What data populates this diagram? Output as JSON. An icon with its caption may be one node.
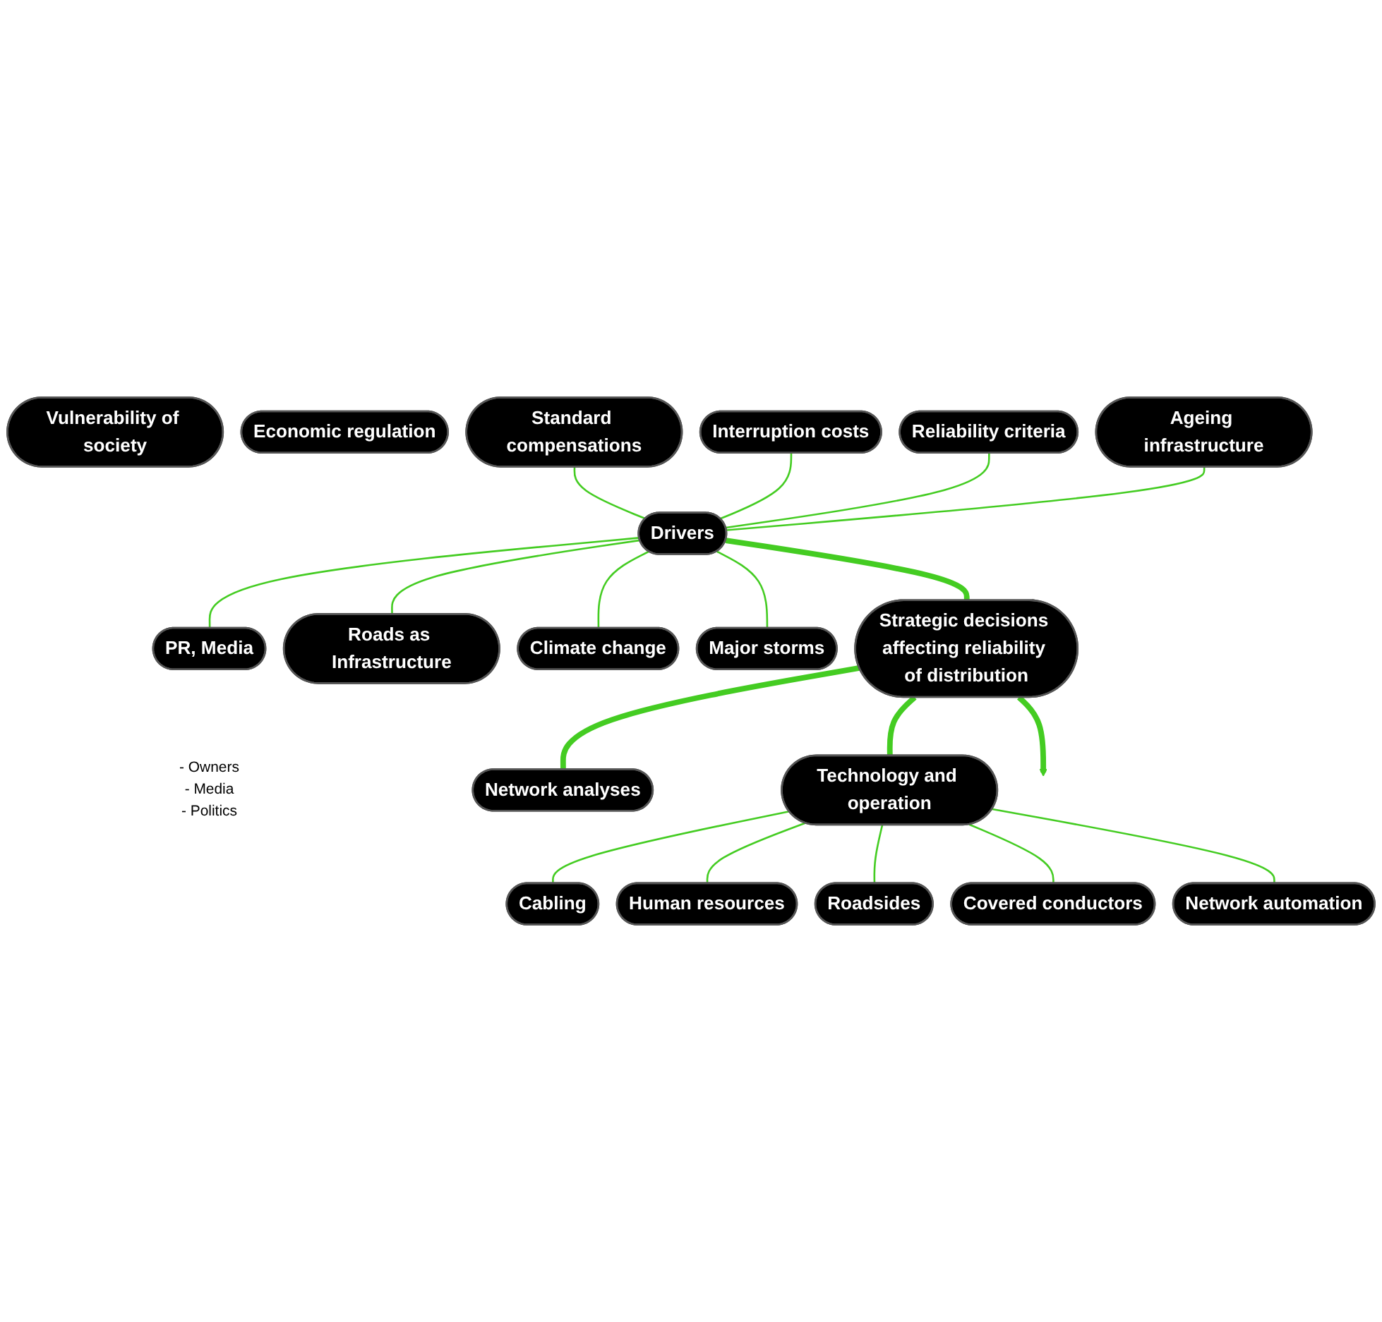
{
  "diagram": {
    "nodes": [
      {
        "text": [
          "Vulnerability of society"
        ]
      },
      {
        "text": [
          "Economic regulation"
        ]
      },
      {
        "text": [
          "Interruption costs"
        ]
      },
      {
        "text": [
          "Reliability criteria"
        ]
      },
      {
        "text": [
          "Ageing infrastructure"
        ]
      },
      {
        "text": [
          "Standard compensations"
        ]
      },
      {
        "text": [
          "PR, Media"
        ],
        "beside": [
          "- Owners",
          "- Media",
          "- Politics"
        ]
      },
      {
        "text": [
          "Roads as Infrastructure"
        ]
      },
      {
        "text": [
          "Drivers"
        ]
      },
      {
        "text": [
          "Climate change"
        ]
      },
      {
        "text": [
          "Major storms"
        ]
      },
      {
        "text": [
          "Strategic decisions affecting reliability of distribution"
        ]
      },
      {
        "text": [
          "Network analyses"
        ]
      },
      {
        "text": [
          "Cabling"
        ]
      },
      {
        "text": [
          "Technology and operation"
        ]
      },
      {
        "text": [
          "Human resources"
        ]
      },
      {
        "text": [
          "Roadsides"
        ]
      },
      {
        "text": [
          "Covered conductors"
        ]
      },
      {
        "text": [
          "Network automation"
        ]
      }
    ],
    "edges": [
      {
        "from": 5,
        "to": 8,
        "arrow": "none"
      },
      {
        "from": 2,
        "to": 8,
        "arrow": "none"
      },
      {
        "from": 3,
        "to": 8,
        "arrow": "none"
      },
      {
        "from": 4,
        "to": 8,
        "arrow": "none"
      },
      {
        "from": 8,
        "to": 6,
        "arrow": "none"
      },
      {
        "from": 8,
        "to": 7,
        "arrow": "none"
      },
      {
        "from": 8,
        "to": 9,
        "arrow": "none"
      },
      {
        "from": 8,
        "to": 10,
        "arrow": "none"
      },
      {
        "from": 8,
        "to": 11,
        "arrow": "none",
        "style": "thick"
      },
      {
        "from": 11,
        "to": 12,
        "arrow": "none",
        "style": "thick"
      },
      {
        "from": 11,
        "to": 14,
        "arrow": "none",
        "style": "thick"
      },
      {
        "from": 11,
        "to": null,
        "arrow": "to",
        "style": "thick"
      },
      {
        "from": 14,
        "to": 13,
        "arrow": "none"
      },
      {
        "from": 14,
        "to": 15,
        "arrow": "none"
      },
      {
        "from": 14,
        "to": 16,
        "arrow": "none"
      },
      {
        "from": 14,
        "to": 17,
        "arrow": "none"
      },
      {
        "from": 14,
        "to": 18,
        "arrow": "none"
      }
    ]
  }
}
